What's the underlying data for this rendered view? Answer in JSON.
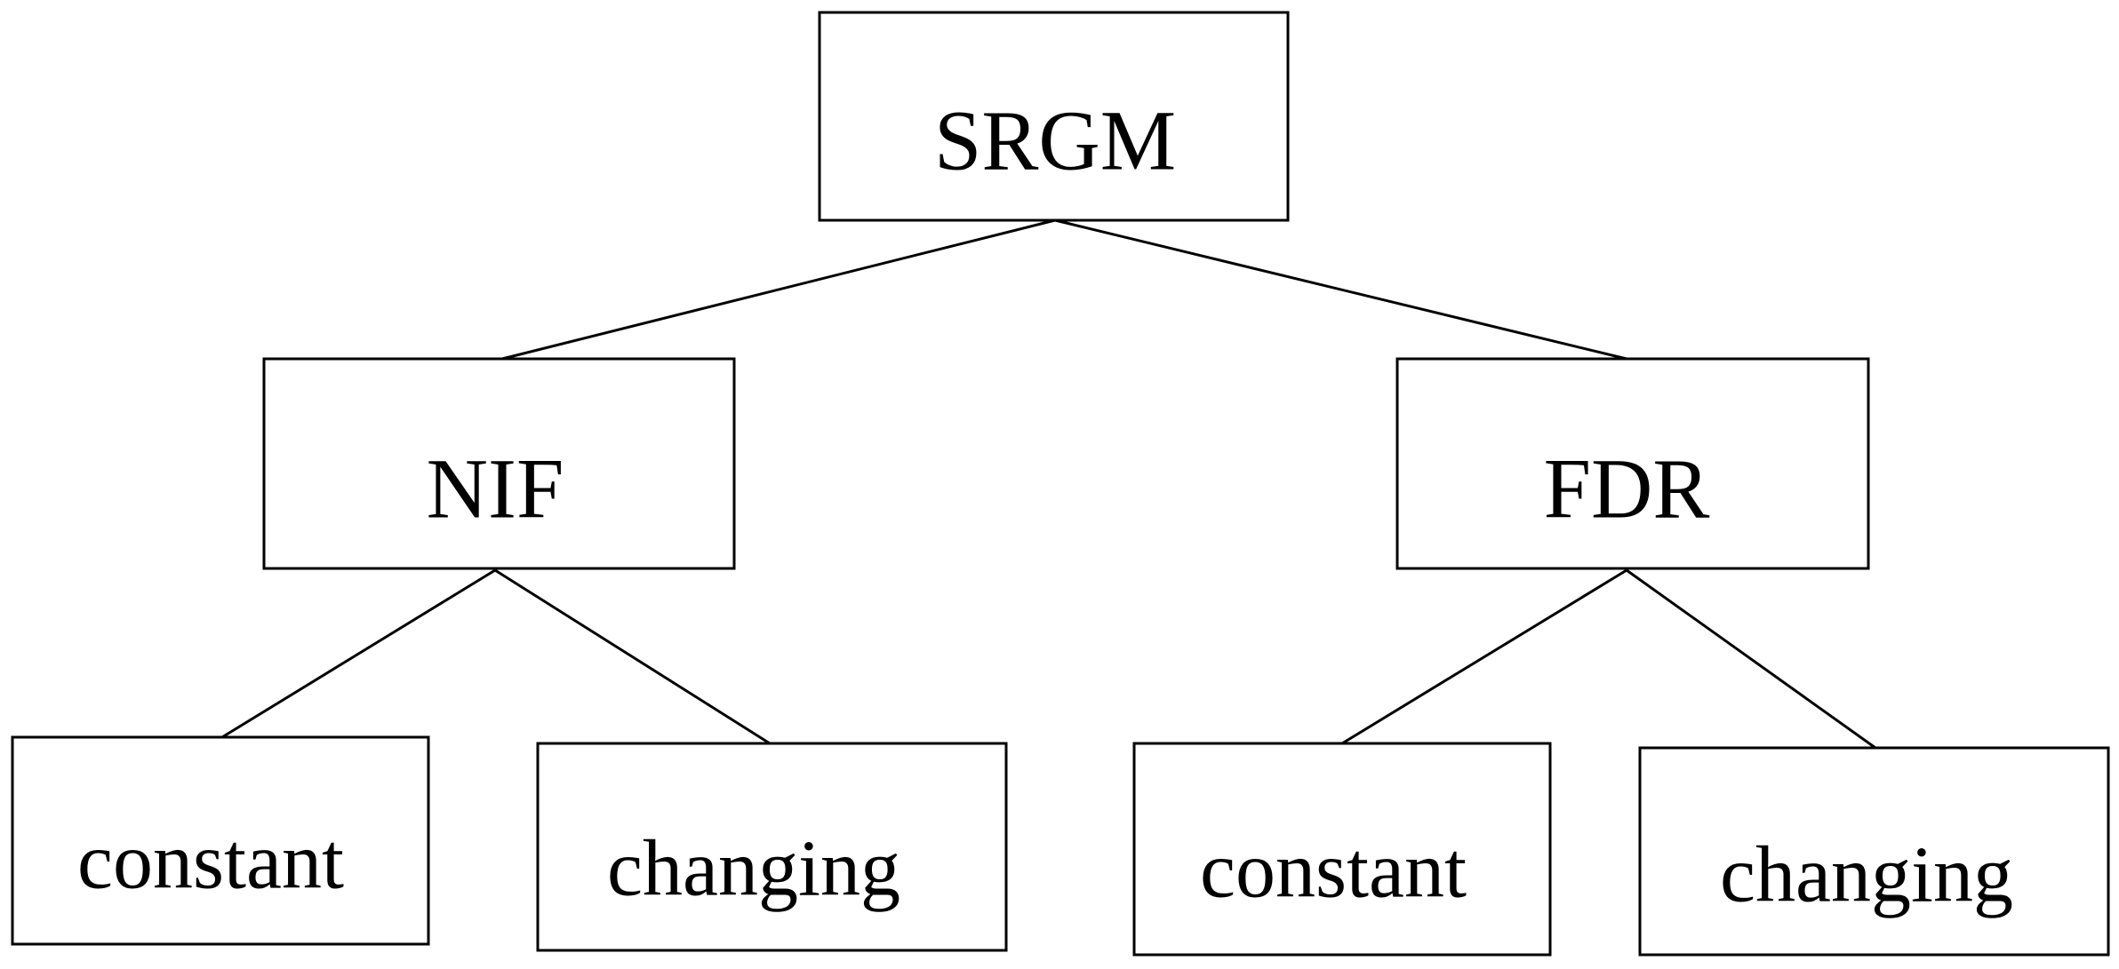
{
  "diagram": {
    "root": {
      "label": "SRGM"
    },
    "branches": [
      {
        "label": "NIF",
        "children": [
          {
            "label": "constant"
          },
          {
            "label": "changing"
          }
        ]
      },
      {
        "label": "FDR",
        "children": [
          {
            "label": "constant"
          },
          {
            "label": "changing"
          }
        ]
      }
    ]
  }
}
